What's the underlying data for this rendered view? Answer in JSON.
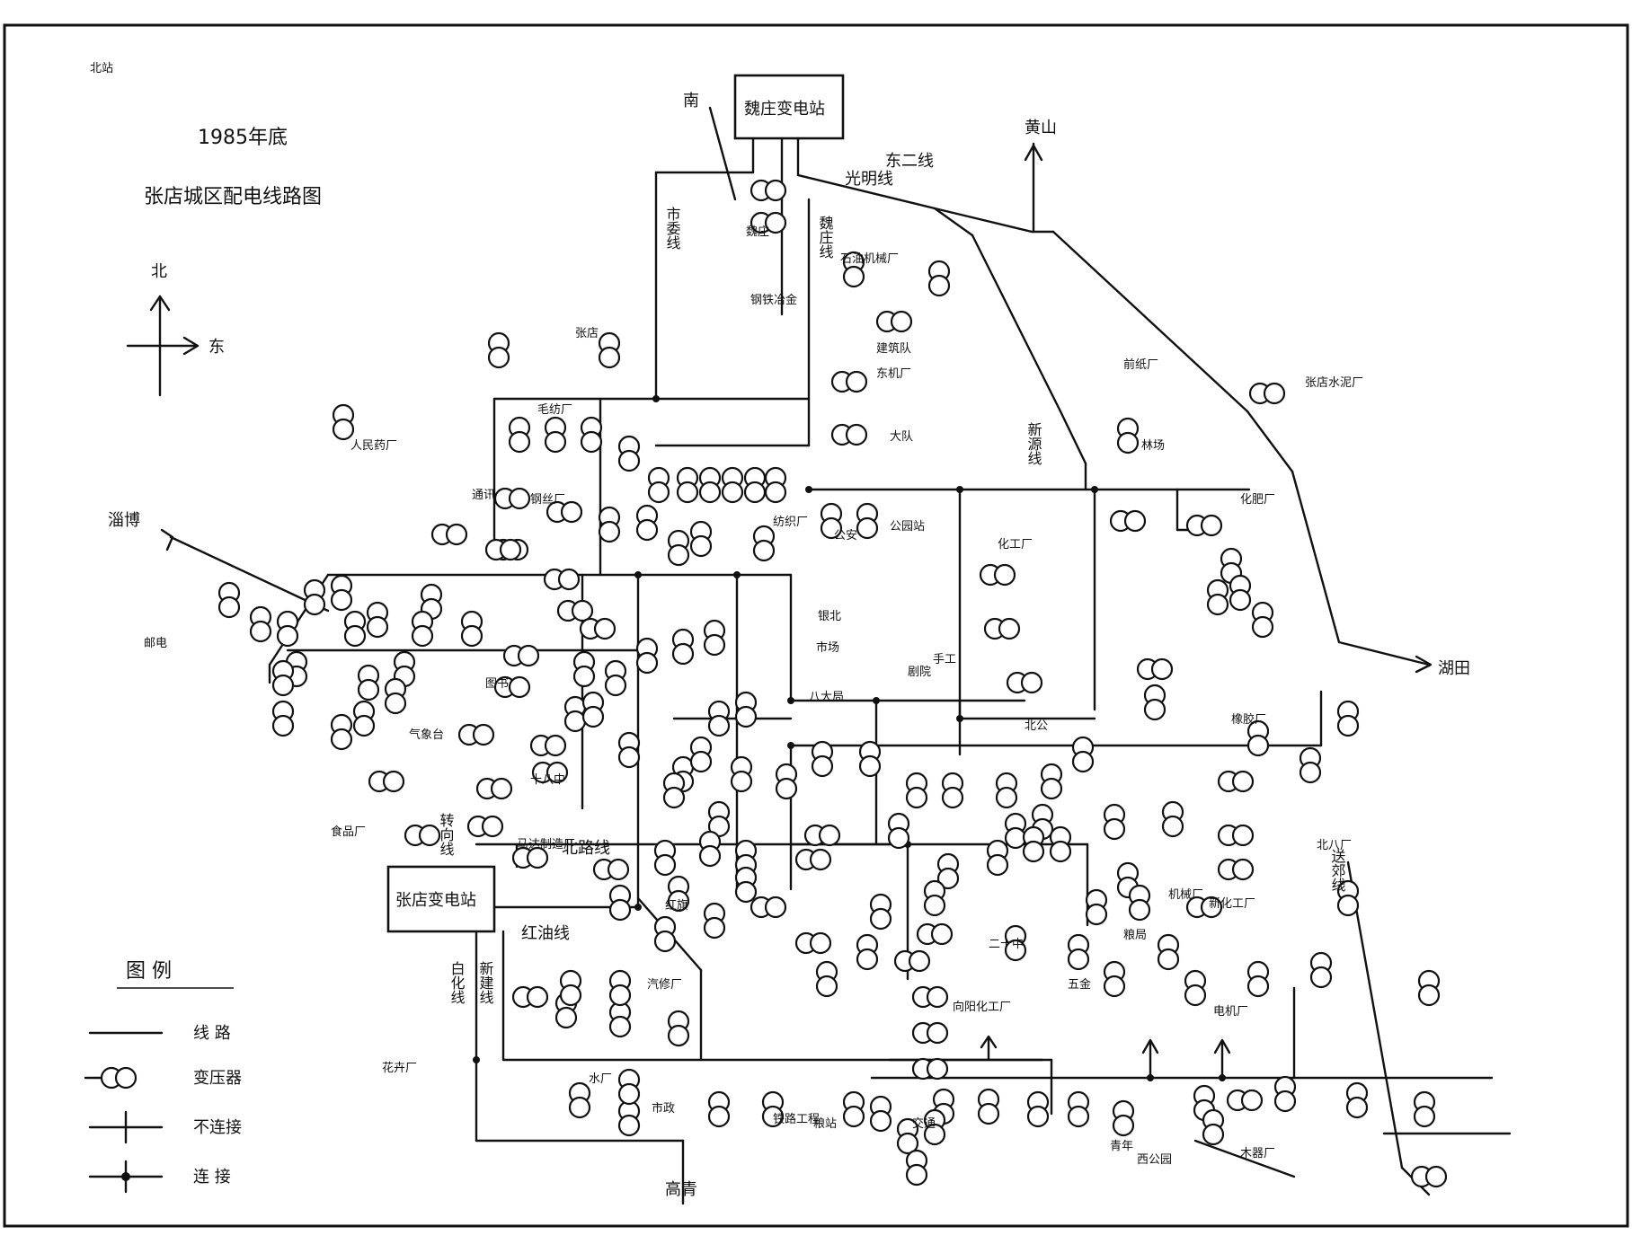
{
  "header": {
    "year": "1985年底",
    "title": "张店城区配电线路图"
  },
  "compass": {
    "north": "北",
    "east": "东"
  },
  "substations": {
    "main": "魏庄变电站",
    "second": "张店变电站"
  },
  "directions": {
    "nan_xian": "南",
    "xiang_shan": "黄山",
    "zi_bo": "淄博",
    "hu_tian": "湖田",
    "gaoqing": "高青"
  },
  "lines": {
    "shiye": "市委线",
    "weizhuang": "魏庄线",
    "guangming": "光明线",
    "dong_er": "东二线",
    "xinyuan": "新源线",
    "beilu": "北路线",
    "bai_hua": "白化线",
    "xinjian": "新建线",
    "hongyou": "红油线",
    "songjiao": "送郊线",
    "zhuanxiang": "转向线"
  },
  "labels": [
    "魏庄",
    "钢铁冶金",
    "石油机械厂",
    "建筑队",
    "东机厂",
    "大队",
    "张店水泥厂",
    "前纸厂",
    "张店",
    "毛纺厂",
    "钢丝厂",
    "通讯",
    "林场",
    "化肥厂",
    "化工厂",
    "纺织厂",
    "公安",
    "公园站",
    "银北",
    "市场",
    "八大局",
    "剧院",
    "手工",
    "北公",
    "电机厂",
    "水厂",
    "花卉厂",
    "市政",
    "铁路工程",
    "粮站",
    "邮电",
    "人民药厂",
    "气象台",
    "食品厂",
    "马达制造厂",
    "北八厂",
    "新化工厂",
    "向阳化工厂",
    "西公园",
    "木器厂",
    "五金",
    "二十中",
    "粮局",
    "机械厂",
    "橡胶厂",
    "青年",
    "交通",
    "红旗",
    "汽修厂",
    "十八中",
    "图书",
    "北站"
  ],
  "legend": {
    "title": "图 例",
    "line": "线 路",
    "transformer": "变压器",
    "cross": "不连接",
    "junction": "连 接"
  }
}
